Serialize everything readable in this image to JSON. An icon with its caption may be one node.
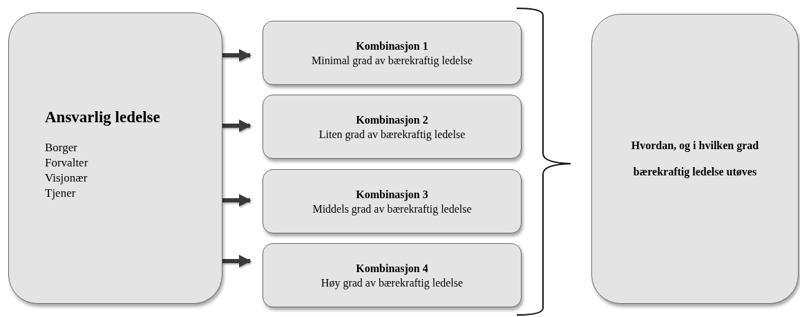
{
  "diagram": {
    "nodes": [
      {
        "text": [
          "Ansvarlig ledelse",
          "Borger",
          "Forvalter",
          "Visjonær",
          "Tjener"
        ]
      },
      {
        "text": [
          "Kombinasjon 1",
          "Minimal grad av bærekraftig ledelse"
        ]
      },
      {
        "text": [
          "Kombinasjon 2",
          "Liten grad av bærekraftig ledelse"
        ]
      },
      {
        "text": [
          "Kombinasjon 3",
          "Middels grad av bærekraftig ledelse"
        ]
      },
      {
        "text": [
          "Kombinasjon 4",
          "Høy grad av bærekraftig ledelse"
        ]
      },
      {
        "text": [
          "Hvordan, og i hvilken grad bærekraftig ledelse utøves"
        ]
      }
    ],
    "edges": [
      {
        "from": 0,
        "to": 1,
        "arrow": "to"
      },
      {
        "from": 0,
        "to": 2,
        "arrow": "to"
      },
      {
        "from": 0,
        "to": 3,
        "arrow": "to"
      },
      {
        "from": 0,
        "to": 4,
        "arrow": "to"
      }
    ]
  }
}
